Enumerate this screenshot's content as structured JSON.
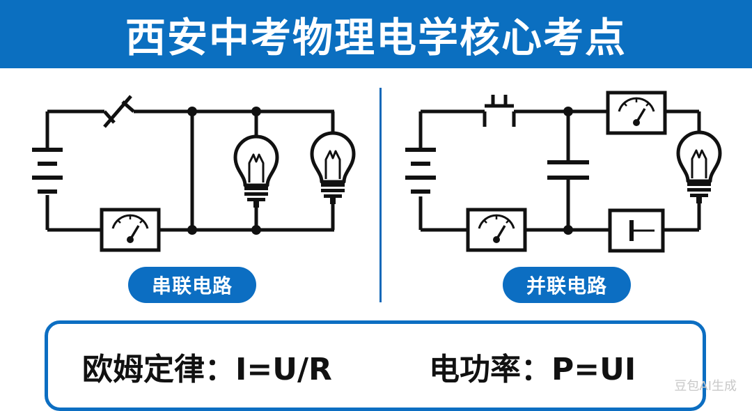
{
  "title": "西安中考物理电学核心考点",
  "series_label": "串联电路",
  "parallel_label": "并联电路",
  "formula_ohm": "欧姆定律：I=U/R",
  "formula_power": "电功率：P=UI",
  "watermark": "豆包AI生成",
  "colors": {
    "brand_blue": "#0b6fc0",
    "wire": "#111111"
  },
  "icons": [
    "battery-icon",
    "switch-icon",
    "meter-icon",
    "bulb-icon",
    "capacitor-icon"
  ]
}
